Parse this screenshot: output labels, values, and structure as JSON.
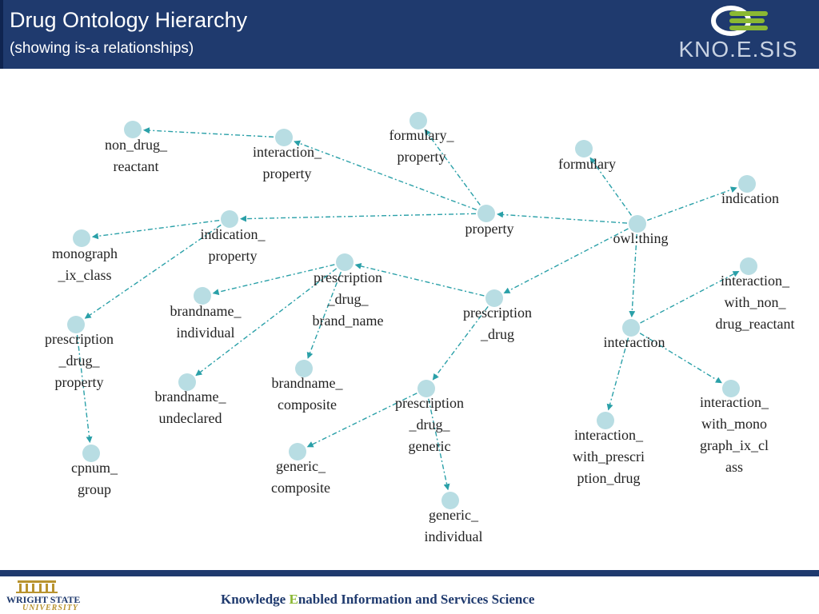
{
  "header": {
    "title": "Drug Ontology Hierarchy",
    "subtitle": "(showing is-a relationships)",
    "logo_text": "KNO.E.SIS"
  },
  "diagram": {
    "node_color": "#b8dde3",
    "edge_color": "#2aa0a8",
    "nodes": [
      {
        "id": "owl_thing",
        "lines": [
          "owl:thing"
        ]
      },
      {
        "id": "property",
        "lines": [
          "property"
        ]
      },
      {
        "id": "formulary_property",
        "lines": [
          "formulary_",
          "property"
        ]
      },
      {
        "id": "formulary",
        "lines": [
          "formulary"
        ]
      },
      {
        "id": "indication",
        "lines": [
          "indication"
        ]
      },
      {
        "id": "interaction_property",
        "lines": [
          "interaction_",
          "property"
        ]
      },
      {
        "id": "non_drug_reactant",
        "lines": [
          "non_drug_",
          "reactant"
        ]
      },
      {
        "id": "indication_property",
        "lines": [
          "indication_",
          "property"
        ]
      },
      {
        "id": "monograph_ix_class",
        "lines": [
          "monograph",
          "_ix_class"
        ]
      },
      {
        "id": "prescription_drug_property",
        "lines": [
          "prescription",
          "_drug_",
          "property"
        ]
      },
      {
        "id": "cpnum_group",
        "lines": [
          "cpnum_",
          "group"
        ]
      },
      {
        "id": "prescription_drug_brand_name",
        "lines": [
          "prescription",
          "_drug_",
          "brand_name"
        ]
      },
      {
        "id": "brandname_individual",
        "lines": [
          "brandname_",
          "individual"
        ]
      },
      {
        "id": "brandname_undeclared",
        "lines": [
          "brandname_",
          "undeclared"
        ]
      },
      {
        "id": "brandname_composite",
        "lines": [
          "brandname_",
          "composite"
        ]
      },
      {
        "id": "prescription_drug",
        "lines": [
          "prescription",
          "_drug"
        ]
      },
      {
        "id": "prescription_drug_generic",
        "lines": [
          "prescription",
          "_drug_",
          "generic"
        ]
      },
      {
        "id": "generic_composite",
        "lines": [
          "generic_",
          "composite"
        ]
      },
      {
        "id": "generic_individual",
        "lines": [
          "generic_",
          "individual"
        ]
      },
      {
        "id": "interaction",
        "lines": [
          "interaction"
        ]
      },
      {
        "id": "interaction_with_non_drug_reactant",
        "lines": [
          "interaction_",
          "with_non_",
          "drug_reactant"
        ]
      },
      {
        "id": "interaction_with_monograph_ix_class",
        "lines": [
          "interaction_",
          "with_mono",
          "graph_ix_cl",
          "ass"
        ]
      },
      {
        "id": "interaction_with_prescription_drug",
        "lines": [
          "interaction_",
          "with_prescri",
          "ption_drug"
        ]
      }
    ],
    "edges": [
      {
        "from": "owl_thing",
        "to": "property"
      },
      {
        "from": "owl_thing",
        "to": "formulary"
      },
      {
        "from": "owl_thing",
        "to": "indication"
      },
      {
        "from": "owl_thing",
        "to": "prescription_drug"
      },
      {
        "from": "owl_thing",
        "to": "interaction"
      },
      {
        "from": "property",
        "to": "formulary_property"
      },
      {
        "from": "property",
        "to": "interaction_property"
      },
      {
        "from": "property",
        "to": "indication_property"
      },
      {
        "from": "interaction_property",
        "to": "non_drug_reactant"
      },
      {
        "from": "indication_property",
        "to": "monograph_ix_class"
      },
      {
        "from": "indication_property",
        "to": "prescription_drug_property"
      },
      {
        "from": "prescription_drug_property",
        "to": "cpnum_group"
      },
      {
        "from": "prescription_drug",
        "to": "prescription_drug_brand_name"
      },
      {
        "from": "prescription_drug",
        "to": "prescription_drug_generic"
      },
      {
        "from": "prescription_drug_brand_name",
        "to": "brandname_individual"
      },
      {
        "from": "prescription_drug_brand_name",
        "to": "brandname_undeclared"
      },
      {
        "from": "prescription_drug_brand_name",
        "to": "brandname_composite"
      },
      {
        "from": "prescription_drug_generic",
        "to": "generic_composite"
      },
      {
        "from": "prescription_drug_generic",
        "to": "generic_individual"
      },
      {
        "from": "interaction",
        "to": "interaction_with_non_drug_reactant"
      },
      {
        "from": "interaction",
        "to": "interaction_with_monograph_ix_class"
      },
      {
        "from": "interaction",
        "to": "interaction_with_prescription_drug"
      }
    ]
  },
  "footer": {
    "tagline_pre": "Knowledge ",
    "tagline_e": "E",
    "tagline_post": "nabled Information and Services Science",
    "university_line1": "WRIGHT STATE",
    "university_line2": "UNIVERSITY"
  }
}
